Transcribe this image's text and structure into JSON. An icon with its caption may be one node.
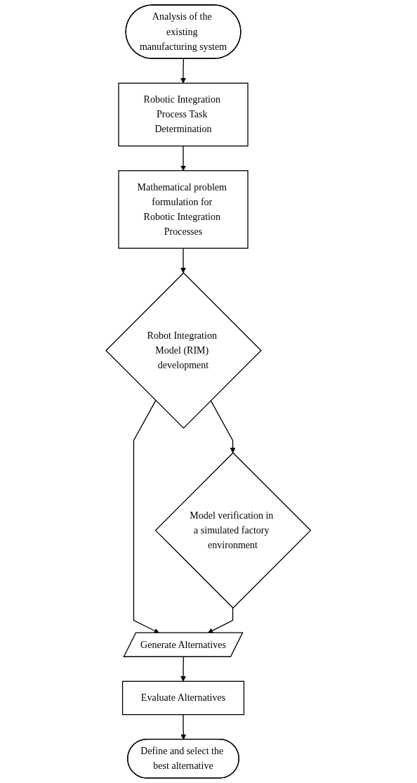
{
  "diagram": {
    "nodes": [
      {
        "text": [
          "Analysis of the existing manufacturing system"
        ]
      },
      {
        "text": [
          "Robotic Integration Process Task Determination"
        ]
      },
      {
        "text": [
          "Mathematical problem formulation for Robotic Integration Processes"
        ]
      },
      {
        "text": [
          "Robot Integration Model (RIM) development"
        ]
      },
      {
        "text": [
          "Model verification in a simulated factory environment"
        ]
      },
      {
        "text": [
          "Generate Alternatives"
        ]
      },
      {
        "text": [
          "Evaluate Alternatives"
        ]
      },
      {
        "text": [
          "Define and select the best alternative"
        ]
      }
    ],
    "edges": [
      {
        "from": 0,
        "to": 1,
        "arrow": "to"
      },
      {
        "from": 1,
        "to": 2,
        "arrow": "to"
      },
      {
        "from": 2,
        "to": 3,
        "arrow": "to"
      },
      {
        "from": 3,
        "to": 4,
        "arrow": "to"
      },
      {
        "from": 3,
        "to": 5,
        "arrow": "to"
      },
      {
        "from": 4,
        "to": 5,
        "arrow": "to"
      },
      {
        "from": 5,
        "to": 6,
        "arrow": "to"
      },
      {
        "from": 6,
        "to": 7,
        "arrow": "to"
      }
    ]
  }
}
